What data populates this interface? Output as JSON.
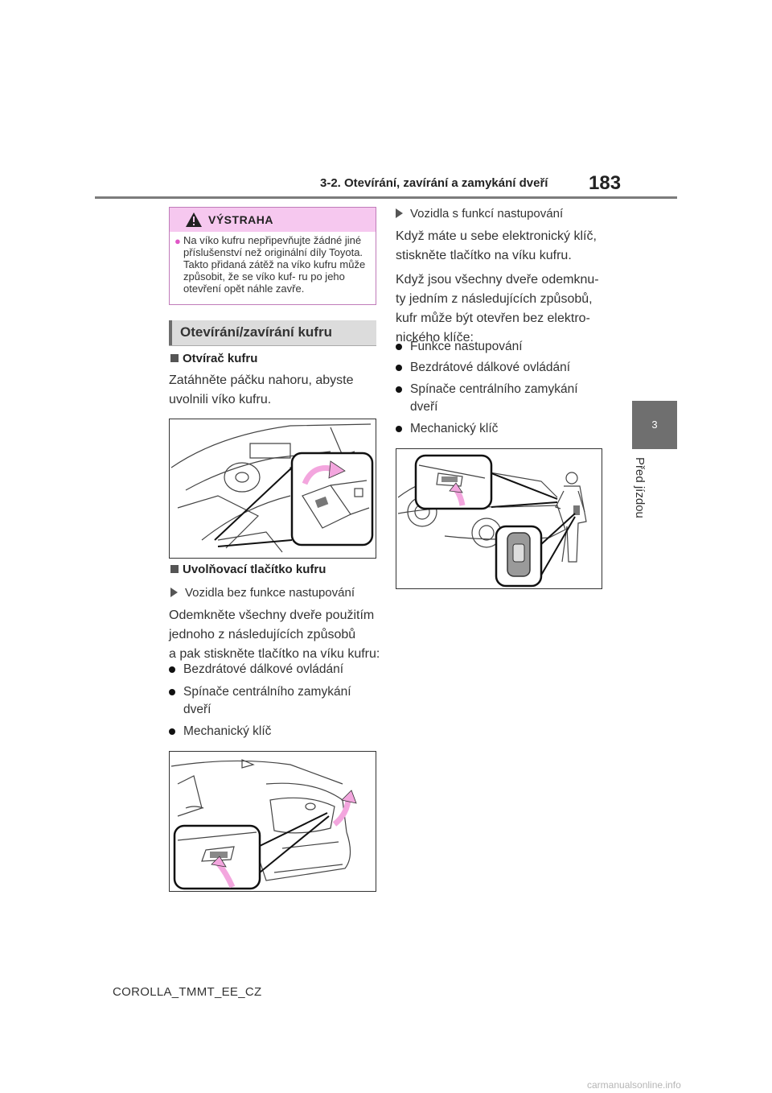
{
  "header": {
    "section": "3-2. Otevírání, zavírání a zamykání dveří",
    "page_number": "183"
  },
  "side_tab": {
    "number": "3",
    "label": "Před jízdou"
  },
  "warning": {
    "title": "VÝSTRAHA",
    "text": "Na víko kufru nepřipevňujte žádné jiné příslušenství než originální díly Toyota. Takto přidaná zátěž na víko kufru může způsobit, že se víko kuf- ru po jeho otevření opět náhle zavře."
  },
  "section_title": "Otevírání/zavírání kufru",
  "opener": {
    "heading": "Otvírač kufru",
    "text_lines": [
      "Zatáhněte páčku nahoru, abyste",
      "uvolnili víko kufru."
    ]
  },
  "release_button": {
    "heading": "Uvolňovací tlačítko kufru",
    "without_entry": "Vozidla bez funkce nastupování",
    "text_lines": [
      "Odemkněte všechny dveře použitím",
      "jednoho z následujících způsobů",
      "a pak stiskněte tlačítko na víku kufru:"
    ],
    "methods": [
      "Bezdrátové dálkové ovládání",
      "Spínače centrálního zamykání",
      "dveří",
      "Mechanický klíč"
    ]
  },
  "right_column": {
    "with_entry": "Vozidla s funkcí nastupování",
    "para1_lines": [
      "Když máte u sebe elektronický klíč,",
      "stiskněte tlačítko na víku kufru."
    ],
    "para2_lines": [
      "Když jsou všechny dveře odemknu-",
      "ty jedním z následujících způsobů,",
      "kufr může být otevřen bez elektro-",
      "nického klíče:"
    ],
    "methods": [
      "Funkce nastupování",
      "Bezdrátové dálkové ovládání",
      "Spínače centrálního zamykání",
      "dveří",
      "Mechanický klíč"
    ]
  },
  "footer": {
    "doc_code": "COROLLA_TMMT_EE_CZ",
    "watermark": "carmanualsonline.info"
  },
  "colors": {
    "warning_header": "#f6c8ef",
    "warning_border": "#c07bb9",
    "arrow_pink": "#f3a6de",
    "tab_gray": "#6f6f6f"
  }
}
